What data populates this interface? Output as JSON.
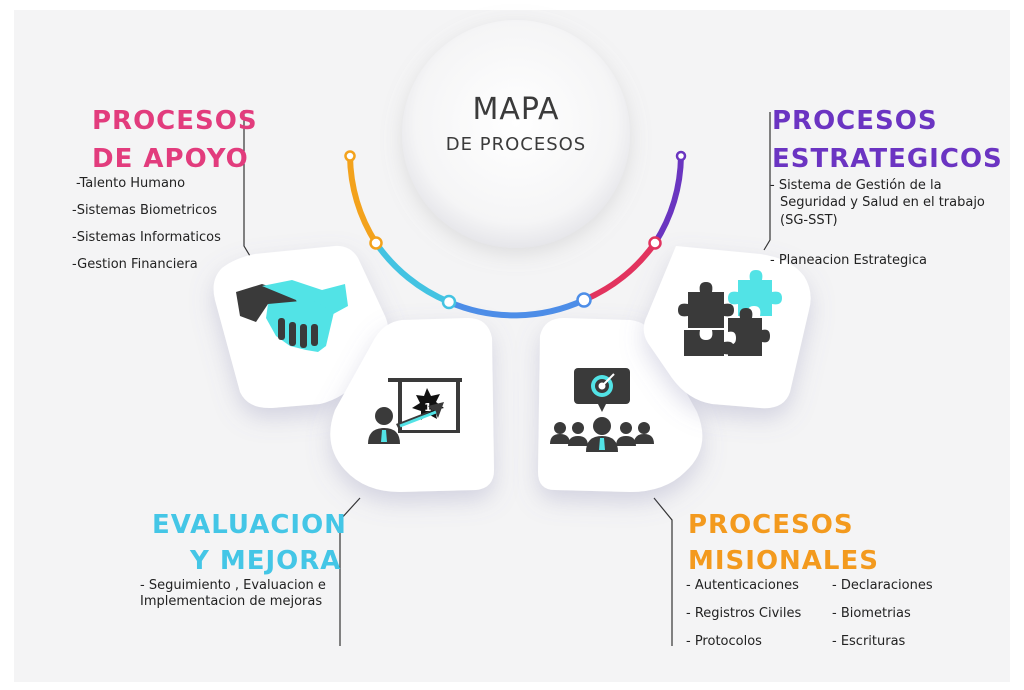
{
  "title": {
    "line1": "MAPA",
    "line2": "DE PROCESOS"
  },
  "colors": {
    "apoyo": "#e23c7d",
    "estrategicos": "#6b34c2",
    "evaluacion": "#44c6e6",
    "misionales": "#f39a1e",
    "icon_dark": "#3a3a3a",
    "icon_accent": "#52e3e6"
  },
  "apoyo": {
    "heading": [
      "PROCESOS",
      "DE APOYO"
    ],
    "items": [
      "-Talento Humano",
      "-Sistemas Biometricos",
      "-Sistemas Informaticos",
      "-Gestion Financiera"
    ]
  },
  "estrategicos": {
    "heading": [
      "PROCESOS",
      "ESTRATEGICOS"
    ],
    "items": [
      "- Sistema de Gestión de la",
      "Seguridad y Salud en el trabajo",
      "(SG-SST)",
      "- Planeacion Estrategica"
    ]
  },
  "evaluacion": {
    "heading": [
      "EVALUACION",
      "Y MEJORA"
    ],
    "items": [
      "- Seguimiento , Evaluacion e",
      "Implementacion de mejoras"
    ]
  },
  "misionales": {
    "heading": [
      "PROCESOS",
      "MISIONALES"
    ],
    "col1": [
      "- Autenticaciones",
      "- Registros Civiles",
      "- Protocolos"
    ],
    "col2": [
      "- Declaraciones",
      "- Biometrias",
      "- Escrituras"
    ]
  },
  "icons": {
    "apoyo": "handshake-icon",
    "evaluacion": "presentation-icon",
    "misionales": "team-target-icon",
    "estrategicos": "puzzle-icon"
  },
  "badge": "1"
}
